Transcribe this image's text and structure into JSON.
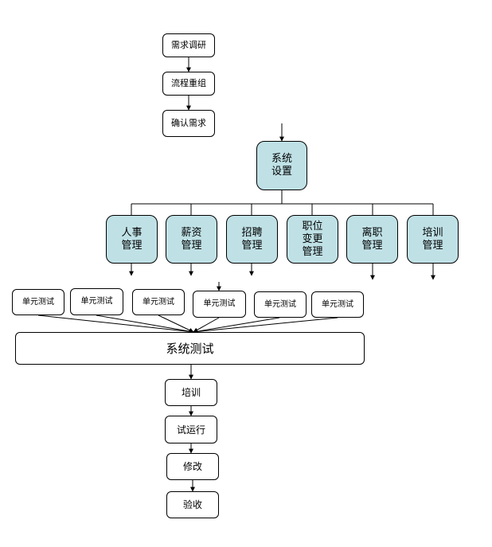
{
  "requirements": {
    "survey": "需求调研",
    "reorg": "流程重组",
    "confirm": "确认需求"
  },
  "system_setup": "系统\n设置",
  "modules": [
    {
      "label": "人事\n管理"
    },
    {
      "label": "薪资\n管理"
    },
    {
      "label": "招聘\n管理"
    },
    {
      "label": "职位\n变更\n管理"
    },
    {
      "label": "离职\n管理"
    },
    {
      "label": "培训\n管理"
    }
  ],
  "unit_tests": [
    {
      "label": "单元测试"
    },
    {
      "label": "单元测试"
    },
    {
      "label": "单元测试"
    },
    {
      "label": "单元测试"
    },
    {
      "label": "单元测试"
    },
    {
      "label": "单元测试"
    }
  ],
  "system_test": "系统测试",
  "stages": [
    {
      "label": "培训"
    },
    {
      "label": "试运行"
    },
    {
      "label": "修改"
    },
    {
      "label": "验收"
    }
  ]
}
